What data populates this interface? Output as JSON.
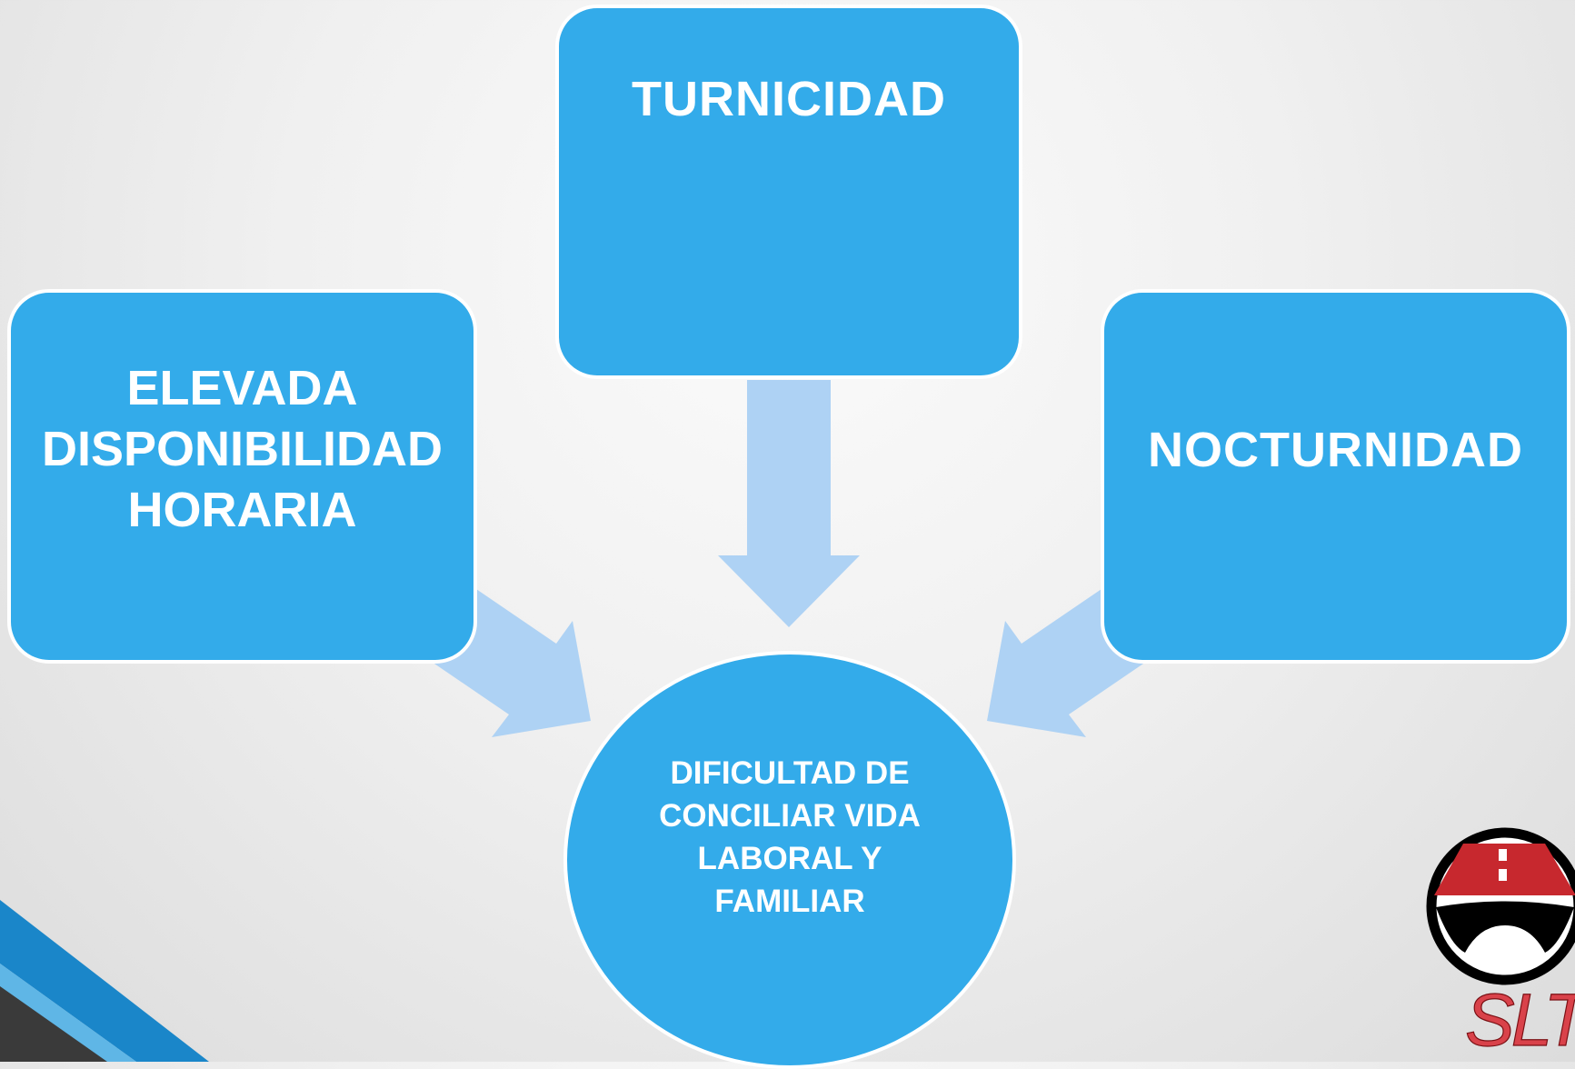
{
  "diagram": {
    "top_node": "TURNICIDAD",
    "left_node": "ELEVADA DISPONIBILIDAD HORARIA",
    "right_node": "NOCTURNIDAD",
    "center_node": "DIFICULTAD DE CONCILIAR VIDA LABORAL Y FAMILIAR"
  },
  "logo": {
    "text": "SLT",
    "icon": "road-logo-icon"
  },
  "colors": {
    "node_fill": "#33abea",
    "arrow_fill": "#aed2f4",
    "accent_bar": "#1a86c9",
    "logo_red": "#c7282e"
  }
}
